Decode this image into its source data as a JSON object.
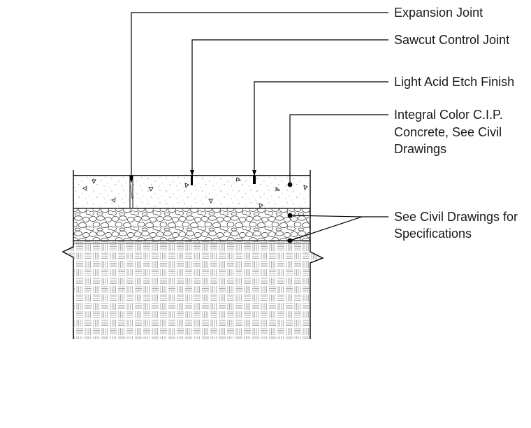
{
  "callouts": {
    "expansion_joint": "Expansion Joint",
    "sawcut_joint": "Sawcut Control Joint",
    "acid_etch": "Light Acid Etch Finish",
    "integral_color": [
      "Integral Color C.I.P.",
      "Concrete, See Civil",
      "Drawings"
    ],
    "see_civil": [
      "See Civil Drawings for",
      "Specifications"
    ]
  },
  "colors": {
    "line": "#000000",
    "text": "#1a1a1a",
    "background": "#ffffff"
  }
}
